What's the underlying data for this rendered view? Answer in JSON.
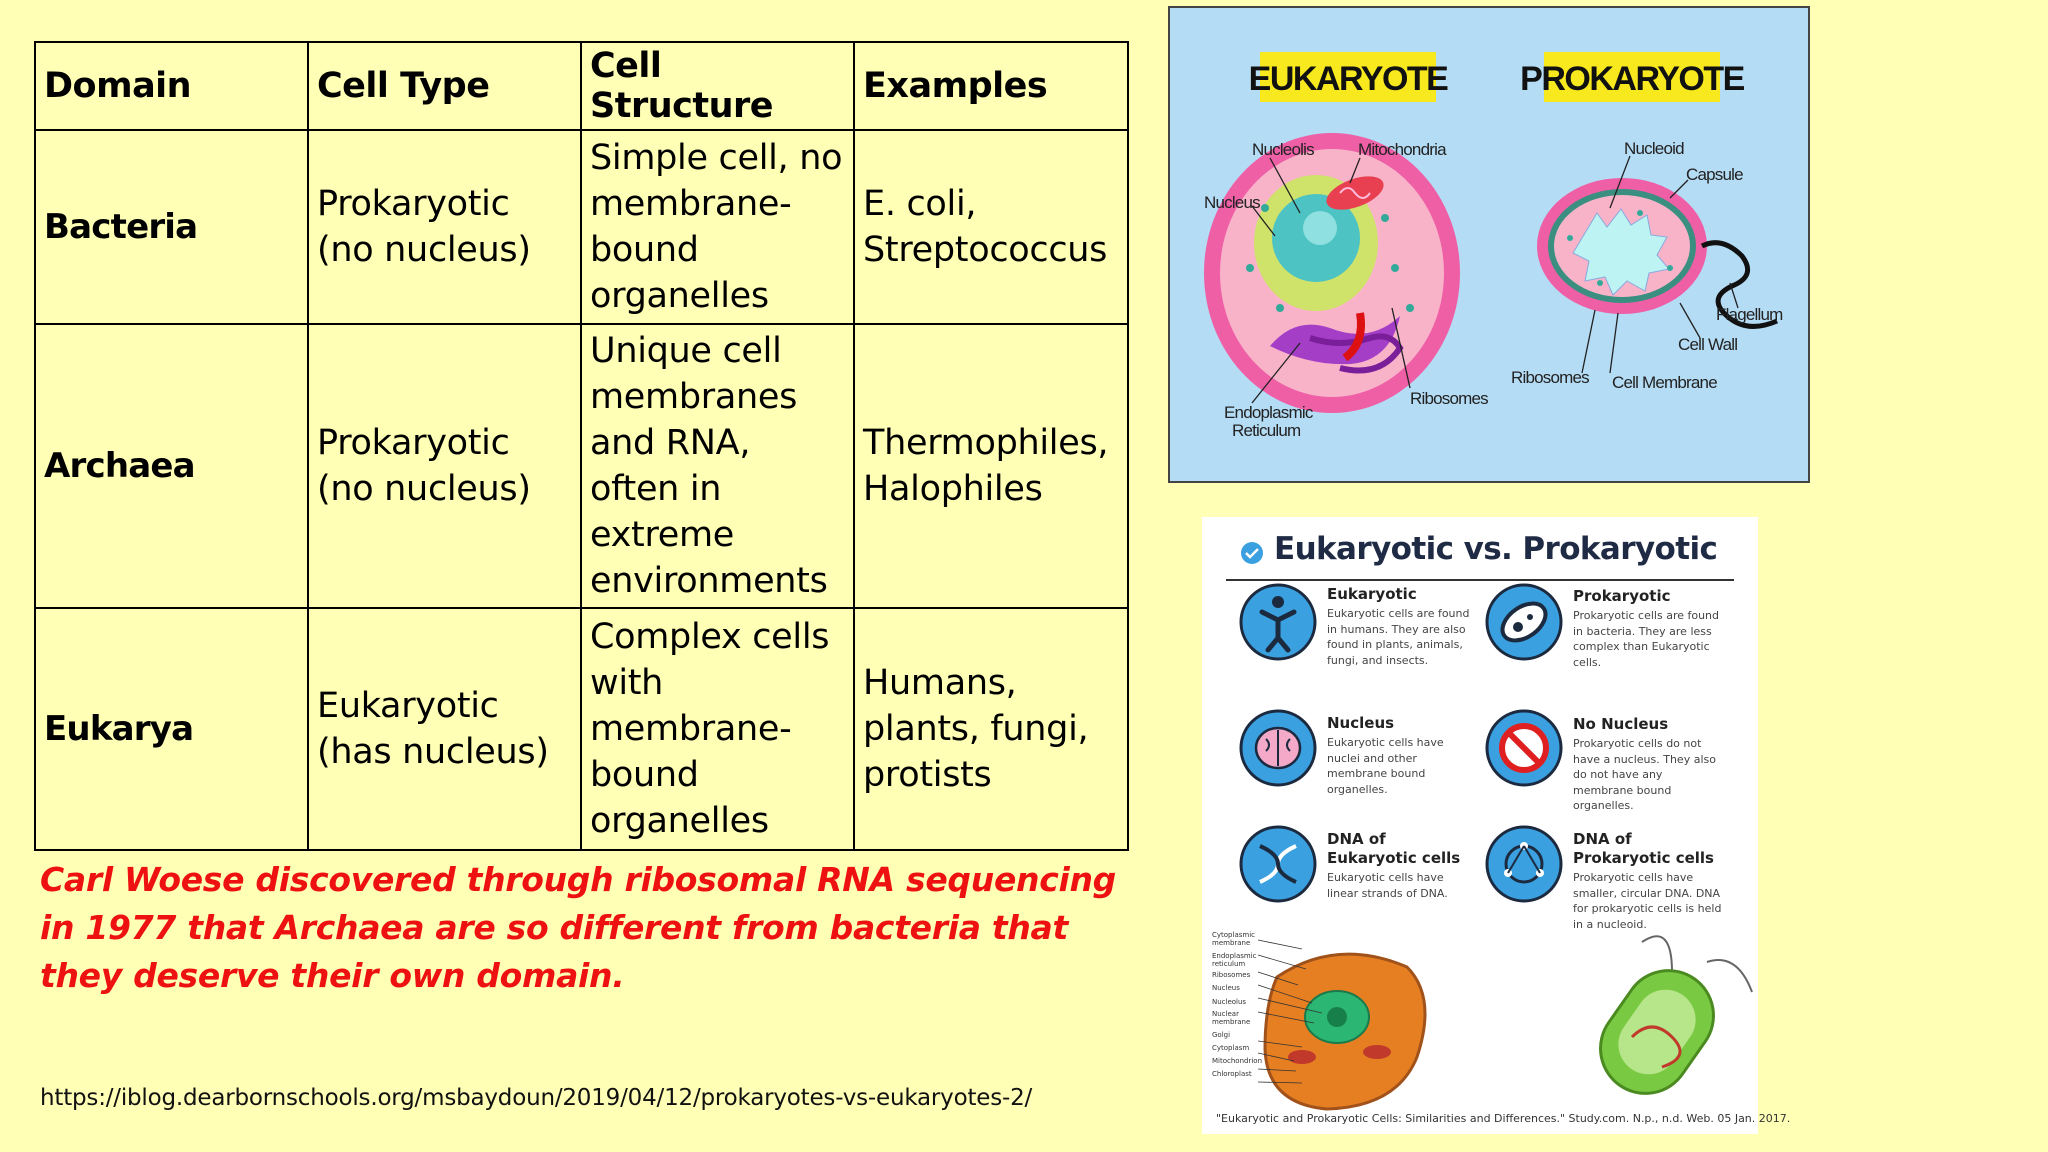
{
  "table": {
    "headers": [
      "Domain",
      "Cell Type",
      "Cell Structure",
      "Examples"
    ],
    "rows": [
      {
        "domain": "Bacteria",
        "cell_type": "Prokaryotic (no nucleus)",
        "cell_structure": "Simple cell, no membrane-bound organelles",
        "examples": "E. coli, Streptococcus"
      },
      {
        "domain": "Archaea",
        "cell_type": "Prokaryotic (no nucleus)",
        "cell_structure": "Unique cell membranes and RNA, often in extreme environments",
        "examples": "Thermophiles, Halophiles"
      },
      {
        "domain": "Eukarya",
        "cell_type": "Eukaryotic (has nucleus)",
        "cell_structure": "Complex cells with membrane-bound organelles",
        "examples": "Humans, plants, fungi, protists"
      }
    ]
  },
  "note": "Carl Woese discovered through ribosomal RNA sequencing in 1977 that Archaea are so different from bacteria that they deserve their own domain.",
  "source_url": "https://iblog.dearbornschools.org/msbaydoun/2019/04/12/prokaryotes-vs-eukaryotes-2/",
  "cell_diagram": {
    "eukaryote_title": "EUKARYOTE",
    "prokaryote_title": "PROKARYOTE",
    "labels": {
      "nucleolis": "Nucleolis",
      "mitochondria": "Mitochondria",
      "nucleus": "Nucleus",
      "er_line1": "Endoplasmic",
      "er_line2": "Reticulum",
      "ribosomes_euk": "Ribosomes",
      "nucleoid": "Nucleoid",
      "capsule": "Capsule",
      "flagellum": "Flagellum",
      "cell_wall": "Cell Wall",
      "ribosomes_pro": "Ribosomes",
      "cell_membrane": "Cell Membrane"
    },
    "colors": {
      "background": "#b5dcf5",
      "title_bg": "#f7e91d",
      "cell_pink": "#ef5fa6",
      "cytoplasm": "#f8b3c9",
      "nucleus": "#4dc3c3"
    }
  },
  "infographic": {
    "title": "Eukaryotic vs. Prokaryotic",
    "blocks": [
      {
        "heading": "Eukaryotic",
        "text": "Eukaryotic cells are found in humans. They are also found in plants, animals, fungi, and insects.",
        "icon": "person-icon"
      },
      {
        "heading": "Prokaryotic",
        "text": "Prokaryotic cells are found in bacteria. They are less complex than Eukaryotic cells.",
        "icon": "bacterium-icon"
      },
      {
        "heading": "Nucleus",
        "text": "Eukaryotic cells have nuclei and other membrane bound organelles.",
        "icon": "brain-icon"
      },
      {
        "heading": "No Nucleus",
        "text": "Prokaryotic cells do not have a nucleus. They also do not have any membrane bound organelles.",
        "icon": "no-symbol-icon"
      },
      {
        "heading_line1": "DNA of",
        "heading_line2": "Eukaryotic cells",
        "text": "Eukaryotic cells have linear strands of DNA.",
        "icon": "dna-helix-icon"
      },
      {
        "heading_line1": "DNA of",
        "heading_line2": "Prokaryotic cells",
        "text": "Prokaryotic cells have smaller, circular DNA. DNA for prokaryotic cells is held in a nucleoid.",
        "icon": "circular-dna-icon"
      }
    ],
    "credit": "\"Eukaryotic and Prokaryotic Cells: Similarities and Differences.\" Study.com. N.p., n.d. Web. 05 Jan. 2017.",
    "colors": {
      "icon_blue": "#3aa0e0",
      "title": "#1f2a44"
    }
  }
}
